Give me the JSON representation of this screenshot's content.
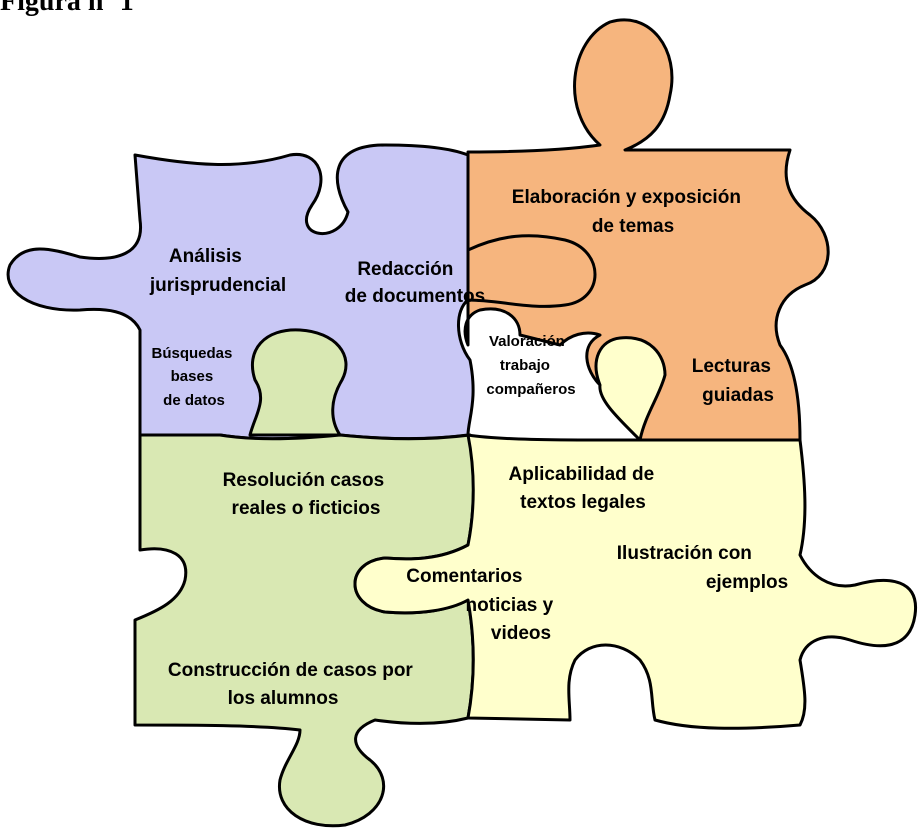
{
  "figure": {
    "title": "Figura nº 1"
  },
  "colors": {
    "purple": "#c9c8f5",
    "orange": "#f6b57e",
    "green": "#d9e8b3",
    "yellow": "#ffffcc",
    "outline": "#000000"
  },
  "pieces": {
    "purple": {
      "label_1": [
        "Análisis",
        "jurisprudencial"
      ],
      "label_2": [
        "Redacción",
        "de documentos"
      ],
      "label_3": [
        "Búsquedas",
        "bases",
        "de datos"
      ]
    },
    "orange": {
      "label_1": [
        "Elaboración y exposición",
        "de temas"
      ],
      "label_2": [
        "Valoración",
        "trabajo",
        "compañeros"
      ],
      "label_3": [
        "Lecturas",
        "guiadas"
      ]
    },
    "green": {
      "label_1": [
        "Resolución casos",
        "reales o ficticios"
      ],
      "label_2": [
        "Construcción de casos por",
        "los alumnos"
      ]
    },
    "yellow": {
      "label_1": [
        "Aplicabilidad de",
        "textos legales"
      ],
      "label_2": [
        "Ilustración con",
        "ejemplos"
      ],
      "label_3": [
        "Comentarios",
        "noticias y",
        "videos"
      ]
    }
  }
}
